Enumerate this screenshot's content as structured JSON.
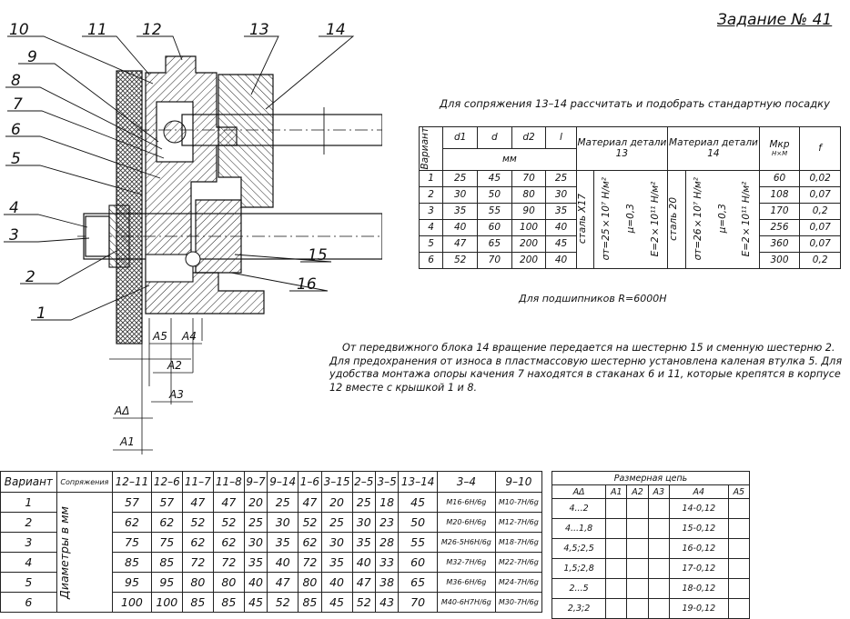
{
  "title": "Задание № 41",
  "fit_task": "Для сопряжения 13–14 рассчитать и подобрать стандартную посадку",
  "bearing_note": "Для подшипников R=6000H",
  "description": "От передвижного блока 14 вращение передается на шестерню 15 и сменную шестерню 2. Для предохранения от износа в пластмассовую шестерню установлена каленая втулка 5. Для удобства монтажа опоры качения 7 находятся в стаканах 6 и 11, которые крепятся в корпусе 12 вместе с крышкой 1 и 8.",
  "drawing": {
    "leaders": [
      "10",
      "11",
      "12",
      "13",
      "14",
      "9",
      "8",
      "7",
      "6",
      "5",
      "4",
      "3",
      "2",
      "1",
      "15",
      "16"
    ],
    "dims": [
      "A5",
      "A4",
      "A2",
      "A3",
      "AΔ",
      "A1"
    ]
  },
  "material_table": {
    "headers": {
      "variant": "Вариант",
      "d1": "d1",
      "d": "d",
      "d2": "d2",
      "l": "l",
      "unit": "мм",
      "mat13": "Материал детали 13",
      "mat14": "Материал детали 14",
      "mkr": "Mкр",
      "mkr_unit": "Н×М",
      "f": "f"
    },
    "rows": [
      {
        "v": "1",
        "d1": "25",
        "d": "45",
        "d2": "70",
        "l": "25",
        "mkr": "60",
        "f": "0,02"
      },
      {
        "v": "2",
        "d1": "30",
        "d": "50",
        "d2": "80",
        "l": "30",
        "mkr": "108",
        "f": "0,07"
      },
      {
        "v": "3",
        "d1": "35",
        "d": "55",
        "d2": "90",
        "l": "35",
        "mkr": "170",
        "f": "0,2"
      },
      {
        "v": "4",
        "d1": "40",
        "d": "60",
        "d2": "100",
        "l": "40",
        "mkr": "256",
        "f": "0,07"
      },
      {
        "v": "5",
        "d1": "47",
        "d": "65",
        "d2": "200",
        "l": "45",
        "mkr": "360",
        "f": "0,07"
      },
      {
        "v": "6",
        "d1": "52",
        "d": "70",
        "d2": "200",
        "l": "40",
        "mkr": "300",
        "f": "0,2"
      }
    ],
    "mat13": {
      "steel": "сталь Х17",
      "sigma": "σт=25×10⁷ Н/м²",
      "mu": "μ=0,3",
      "E": "E=2×10¹¹ Н/м²"
    },
    "mat14": {
      "steel": "сталь 20",
      "sigma": "σт=26×10⁷ Н/м²",
      "mu": "μ=0,3",
      "E": "E=2×10¹¹ Н/м²"
    }
  },
  "dim_table": {
    "headers": [
      "Вариант",
      "Сопряжения",
      "12–11",
      "12–6",
      "11–7",
      "11–8",
      "9–7",
      "9–14",
      "1–6",
      "3–15",
      "2–5",
      "3–5",
      "13–14",
      "3–4",
      "9–10"
    ],
    "side_label": "Диаметры в мм",
    "rows": [
      [
        "1",
        "57",
        "57",
        "47",
        "47",
        "20",
        "25",
        "47",
        "20",
        "25",
        "18",
        "45",
        "M16-6H/6g",
        "M10-7H/6g"
      ],
      [
        "2",
        "62",
        "62",
        "52",
        "52",
        "25",
        "30",
        "52",
        "25",
        "30",
        "23",
        "50",
        "M20-6H/6g",
        "M12-7H/6g"
      ],
      [
        "3",
        "75",
        "75",
        "62",
        "62",
        "30",
        "35",
        "62",
        "30",
        "35",
        "28",
        "55",
        "M26-5H6H/6g",
        "M18-7H/6g"
      ],
      [
        "4",
        "85",
        "85",
        "72",
        "72",
        "35",
        "40",
        "72",
        "35",
        "40",
        "33",
        "60",
        "M32-7H/6g",
        "M22-7H/6g"
      ],
      [
        "5",
        "95",
        "95",
        "80",
        "80",
        "40",
        "47",
        "80",
        "40",
        "47",
        "38",
        "65",
        "M36-6H/6g",
        "M24-7H/6g"
      ],
      [
        "6",
        "100",
        "100",
        "85",
        "85",
        "45",
        "52",
        "85",
        "45",
        "52",
        "43",
        "70",
        "M40-6H7H/6g",
        "M30-7H/6g"
      ]
    ]
  },
  "chain_table": {
    "title": "Размерная цепь",
    "headers": [
      "AΔ",
      "A1",
      "A2",
      "A3",
      "A4",
      "A5"
    ],
    "rows": [
      [
        "4...2",
        "14-0,12"
      ],
      [
        "4...1,8",
        "15-0,12"
      ],
      [
        "4,5;2,5",
        "16-0,12"
      ],
      [
        "1,5;2,8",
        "17-0,12"
      ],
      [
        "2...5",
        "18-0,12"
      ],
      [
        "2,3;2",
        "19-0,12"
      ]
    ]
  }
}
